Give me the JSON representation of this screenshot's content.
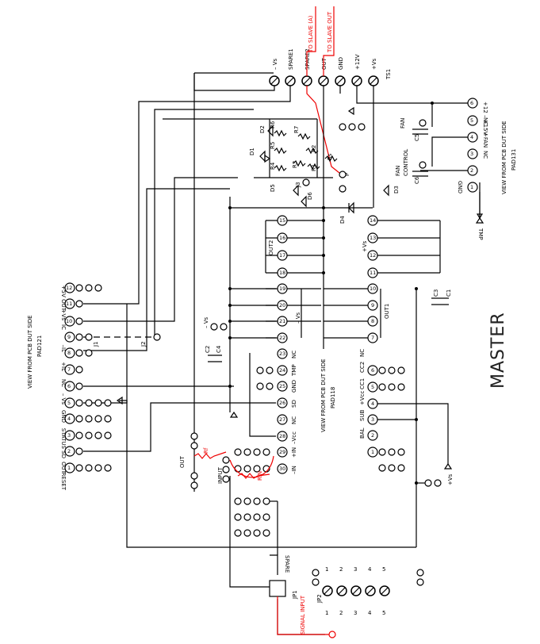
{
  "title": "MASTER",
  "left_connector": {
    "caption_line1": "VIEW FROM PCB DUT SIDE",
    "caption_line2": "PAD121",
    "pins": [
      {
        "num": "1",
        "label": "RESET"
      },
      {
        "num": "2",
        "label": "OUT"
      },
      {
        "num": "3",
        "label": "SD"
      },
      {
        "num": "4",
        "label": "STATUS"
      },
      {
        "num": "5",
        "label": "GND"
      },
      {
        "num": "6",
        "label": "– Vs"
      },
      {
        "num": "7",
        "label": "NC"
      },
      {
        "num": "8",
        "label": "+IL"
      },
      {
        "num": "9",
        "label": "–IL"
      },
      {
        "num": "10",
        "label": "IC"
      },
      {
        "num": "11",
        "label": "+Vs"
      },
      {
        "num": "12",
        "label": "+5V OUT"
      }
    ]
  },
  "center_connector": {
    "caption_line1": "VIEW FROM PCB DUT SIDE",
    "caption_line2": "PAD118",
    "outer_pins": [
      {
        "num": "15"
      },
      {
        "num": "16"
      },
      {
        "num": "17"
      },
      {
        "num": "18"
      },
      {
        "num": "19"
      },
      {
        "num": "20"
      },
      {
        "num": "21"
      },
      {
        "num": "22"
      },
      {
        "num": "23",
        "label": "NC"
      },
      {
        "num": "24",
        "label": "TMP"
      },
      {
        "num": "25",
        "label": "GND"
      },
      {
        "num": "26",
        "label": "SD"
      },
      {
        "num": "27",
        "label": "NC"
      },
      {
        "num": "28",
        "label": "–Vcc"
      },
      {
        "num": "29",
        "label": "+IN"
      },
      {
        "num": "30",
        "label": "–IN"
      }
    ],
    "inner_pins": [
      {
        "num": "14"
      },
      {
        "num": "13"
      },
      {
        "num": "12"
      },
      {
        "num": "11"
      },
      {
        "num": "10"
      },
      {
        "num": "9"
      },
      {
        "num": "8"
      },
      {
        "num": "7"
      },
      {
        "num": "6",
        "label": "NC"
      },
      {
        "num": "5",
        "label": "CC2"
      },
      {
        "num": "4",
        "label": "CC1"
      },
      {
        "num": "3",
        "label": "+Vcc"
      },
      {
        "num": "2",
        "label": "SUB"
      },
      {
        "num": "1",
        "label": "BAL"
      }
    ],
    "bus_labels": {
      "out2": "OUT2",
      "vs_pos": "+Vs",
      "vs_neg": "– Vs",
      "out1": "OUT1"
    }
  },
  "right_connector": {
    "caption_line1": "VIEW FROM PCB DUT SIDE",
    "caption_line2": "PAD131",
    "pins": [
      {
        "num": "6",
        "label": "+12 – +15V"
      },
      {
        "num": "5",
        "label": "NC"
      },
      {
        "num": "4",
        "label": "+FAN"
      },
      {
        "num": "3",
        "label": "NC"
      },
      {
        "num": "2",
        "label": ""
      },
      {
        "num": "1",
        "label": "GND"
      }
    ],
    "tmp_label": "TMP"
  },
  "top_terminals": [
    {
      "label": "– Vs"
    },
    {
      "label": "SPARE1"
    },
    {
      "label": "SPARE2"
    },
    {
      "label": "OUT"
    },
    {
      "label": "GND"
    },
    {
      "label": "+12V"
    },
    {
      "label": "+Vs"
    },
    {
      "label": "TS1"
    }
  ],
  "red_notes": {
    "to_slave_a": "TO SLAVE (A)",
    "to_slave_out": "TO SLAVE OUT",
    "rf": "Rf",
    "rin": "RIN",
    "signal_input": "SIGNAL INPUT",
    "rs": "Rs",
    "p": "P"
  },
  "components": {
    "diodes": [
      "D1",
      "D2",
      "D3",
      "D4",
      "D5",
      "D6"
    ],
    "resistors": [
      "R1",
      "R2",
      "R3",
      "R4",
      "R5",
      "R6",
      "R7"
    ],
    "caps": [
      "C1",
      "C2",
      "C3",
      "C4",
      "C5",
      "C6"
    ],
    "jumpers": [
      "J1",
      "J2",
      "J3",
      "JP1",
      "JP2"
    ],
    "fan_label": "FAN",
    "fan_control_line1": "FAN",
    "fan_control_line2": "CONTROL"
  },
  "misc_labels": {
    "out": "OUT",
    "input": "INPUT",
    "spare": "SPARE",
    "vs_pos": "+Vs",
    "vs_neg": "– Vs"
  },
  "jp2_rows": [
    {
      "num": "1"
    },
    {
      "num": "2"
    },
    {
      "num": "3"
    },
    {
      "num": "4"
    },
    {
      "num": "5"
    }
  ]
}
